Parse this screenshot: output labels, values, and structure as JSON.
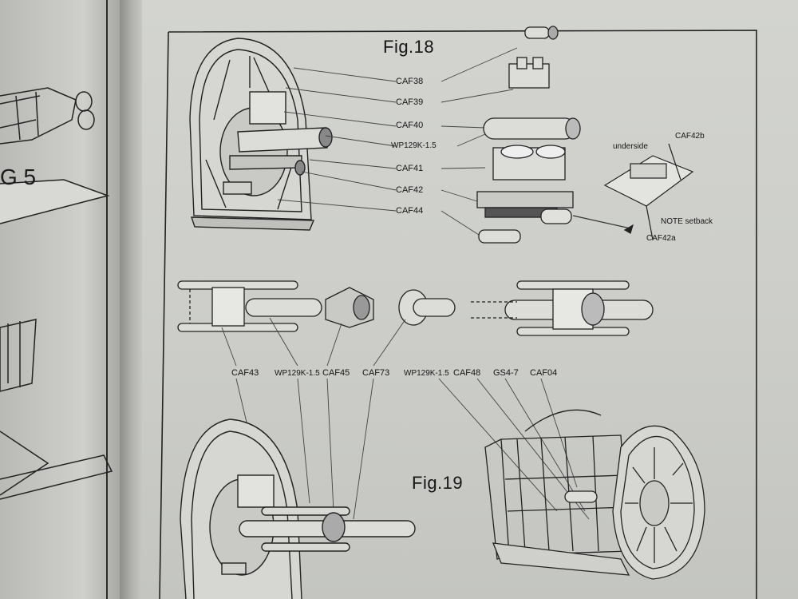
{
  "left_page": {
    "figure_label": "G 5"
  },
  "fig18": {
    "title": "Fig.18",
    "callouts": [
      "CAF38",
      "CAF39",
      "CAF40",
      "WP129K-1.5",
      "CAF41",
      "CAF42",
      "CAF44"
    ],
    "detail": {
      "underside": "underside",
      "caf42b": "CAF42b",
      "note": "NOTE setback",
      "caf42a": "CAF42a"
    }
  },
  "middle_callouts": [
    "CAF43",
    "WP129K-1.5",
    "CAF45",
    "CAF73",
    "WP129K-1.5",
    "CAF48",
    "GS4-7",
    "CAF04"
  ],
  "fig19": {
    "title": "Fig.19"
  }
}
